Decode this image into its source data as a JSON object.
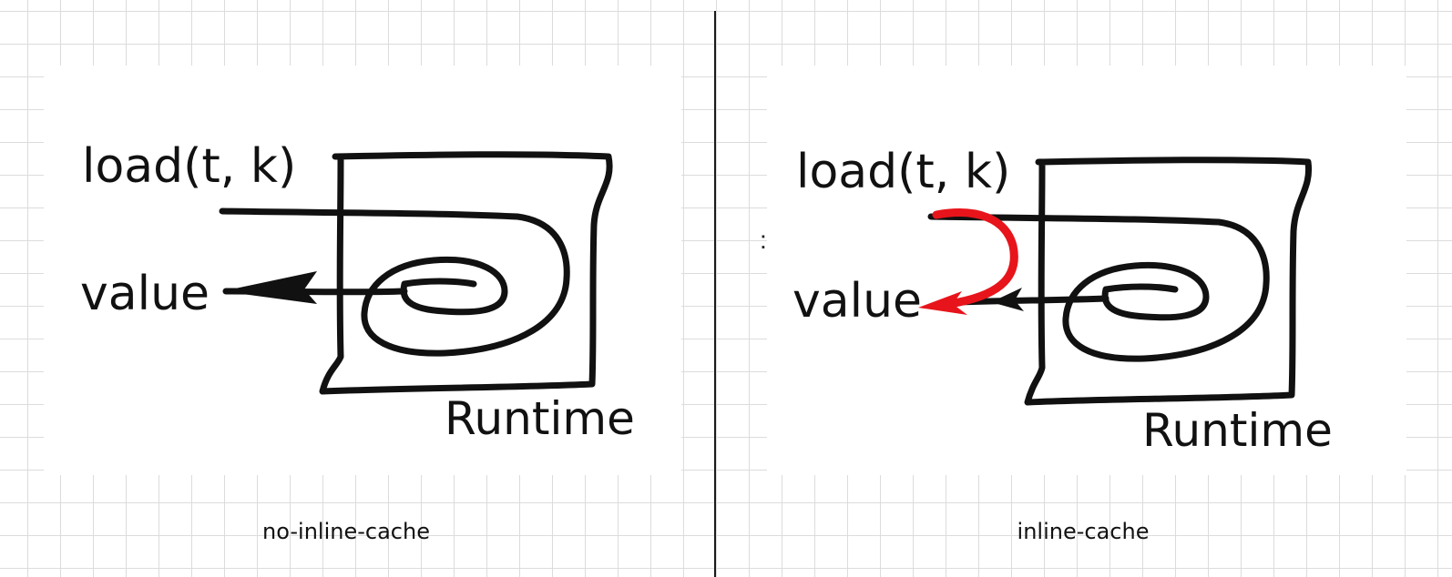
{
  "left": {
    "call_label": "load(t, k)",
    "return_label": "value",
    "box_label": "Runtime",
    "caption": "no-inline-cache"
  },
  "right": {
    "call_label": "load(t, k)",
    "return_label": "value",
    "box_label": "Runtime",
    "caption": "inline-cache",
    "shortcut_color": "#e8141b"
  },
  "stray_mark": ":",
  "colors": {
    "ink": "#111111",
    "grid": "#dcdcdc",
    "accent": "#e8141b"
  }
}
